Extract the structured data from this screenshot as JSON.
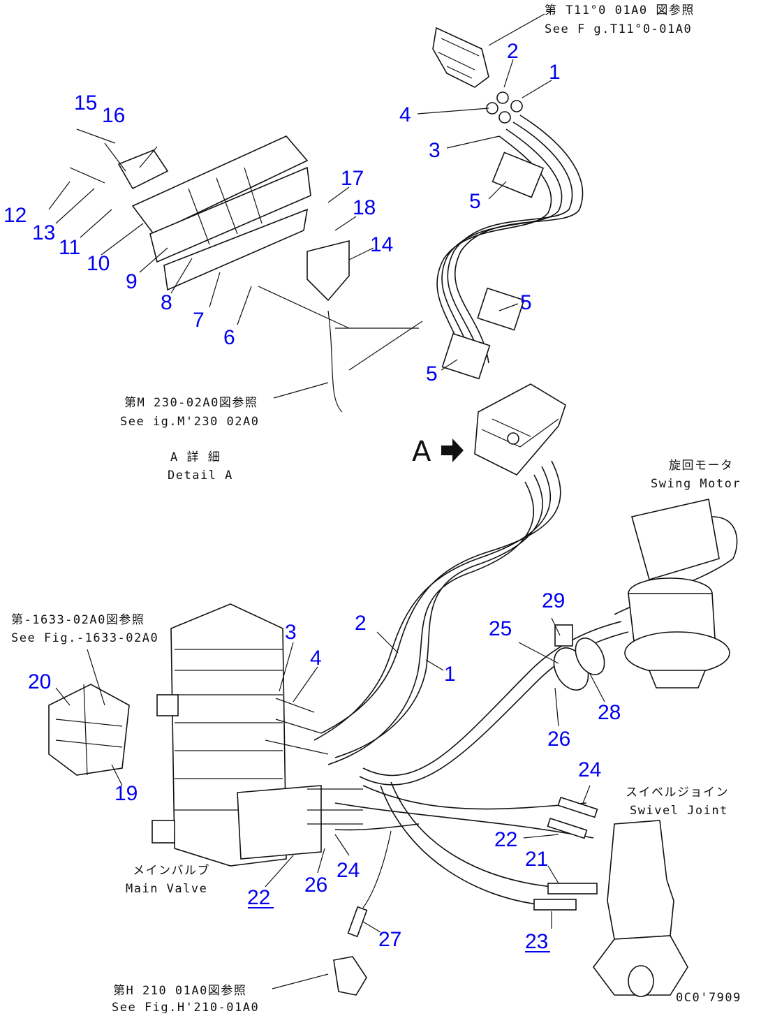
{
  "captions": {
    "ref_t110_jp": "第 T11°0 01A0 図参照",
    "ref_t110_en": "See F g.T11°0-01A0",
    "ref_m230_jp": "第M 230-02A0図参照",
    "ref_m230_en": "See ig.M'230 02A0",
    "detail_jp": "A 詳 細",
    "detail_en": "Detail A",
    "arrow_label": "A",
    "swing_jp": "旋回モータ",
    "swing_en": "Swing Motor",
    "ref_1633_jp": "第-1633-02A0図参照",
    "ref_1633_en": "See Fig.-1633-02A0",
    "main_valve_jp": "メインバルブ",
    "main_valve_en": "Main Valve",
    "swivel_jp": "スイベルジョイン",
    "swivel_en": "Swivel Joint",
    "ref_h210_jp": "第H 210 01A0図参照",
    "ref_h210_en": "See Fig.H'210-01A0",
    "code": "0C0'7909"
  },
  "callouts": [
    "2",
    "1",
    "4",
    "3",
    "5",
    "15",
    "16",
    "12",
    "13",
    "11",
    "10",
    "9",
    "8",
    "7",
    "6",
    "17",
    "18",
    "14",
    "5",
    "5",
    "29",
    "25",
    "28",
    "26",
    "2",
    "1",
    "3",
    "4",
    "20",
    "19",
    "24",
    "22",
    "21",
    "23",
    "22",
    "26",
    "24",
    "27"
  ]
}
